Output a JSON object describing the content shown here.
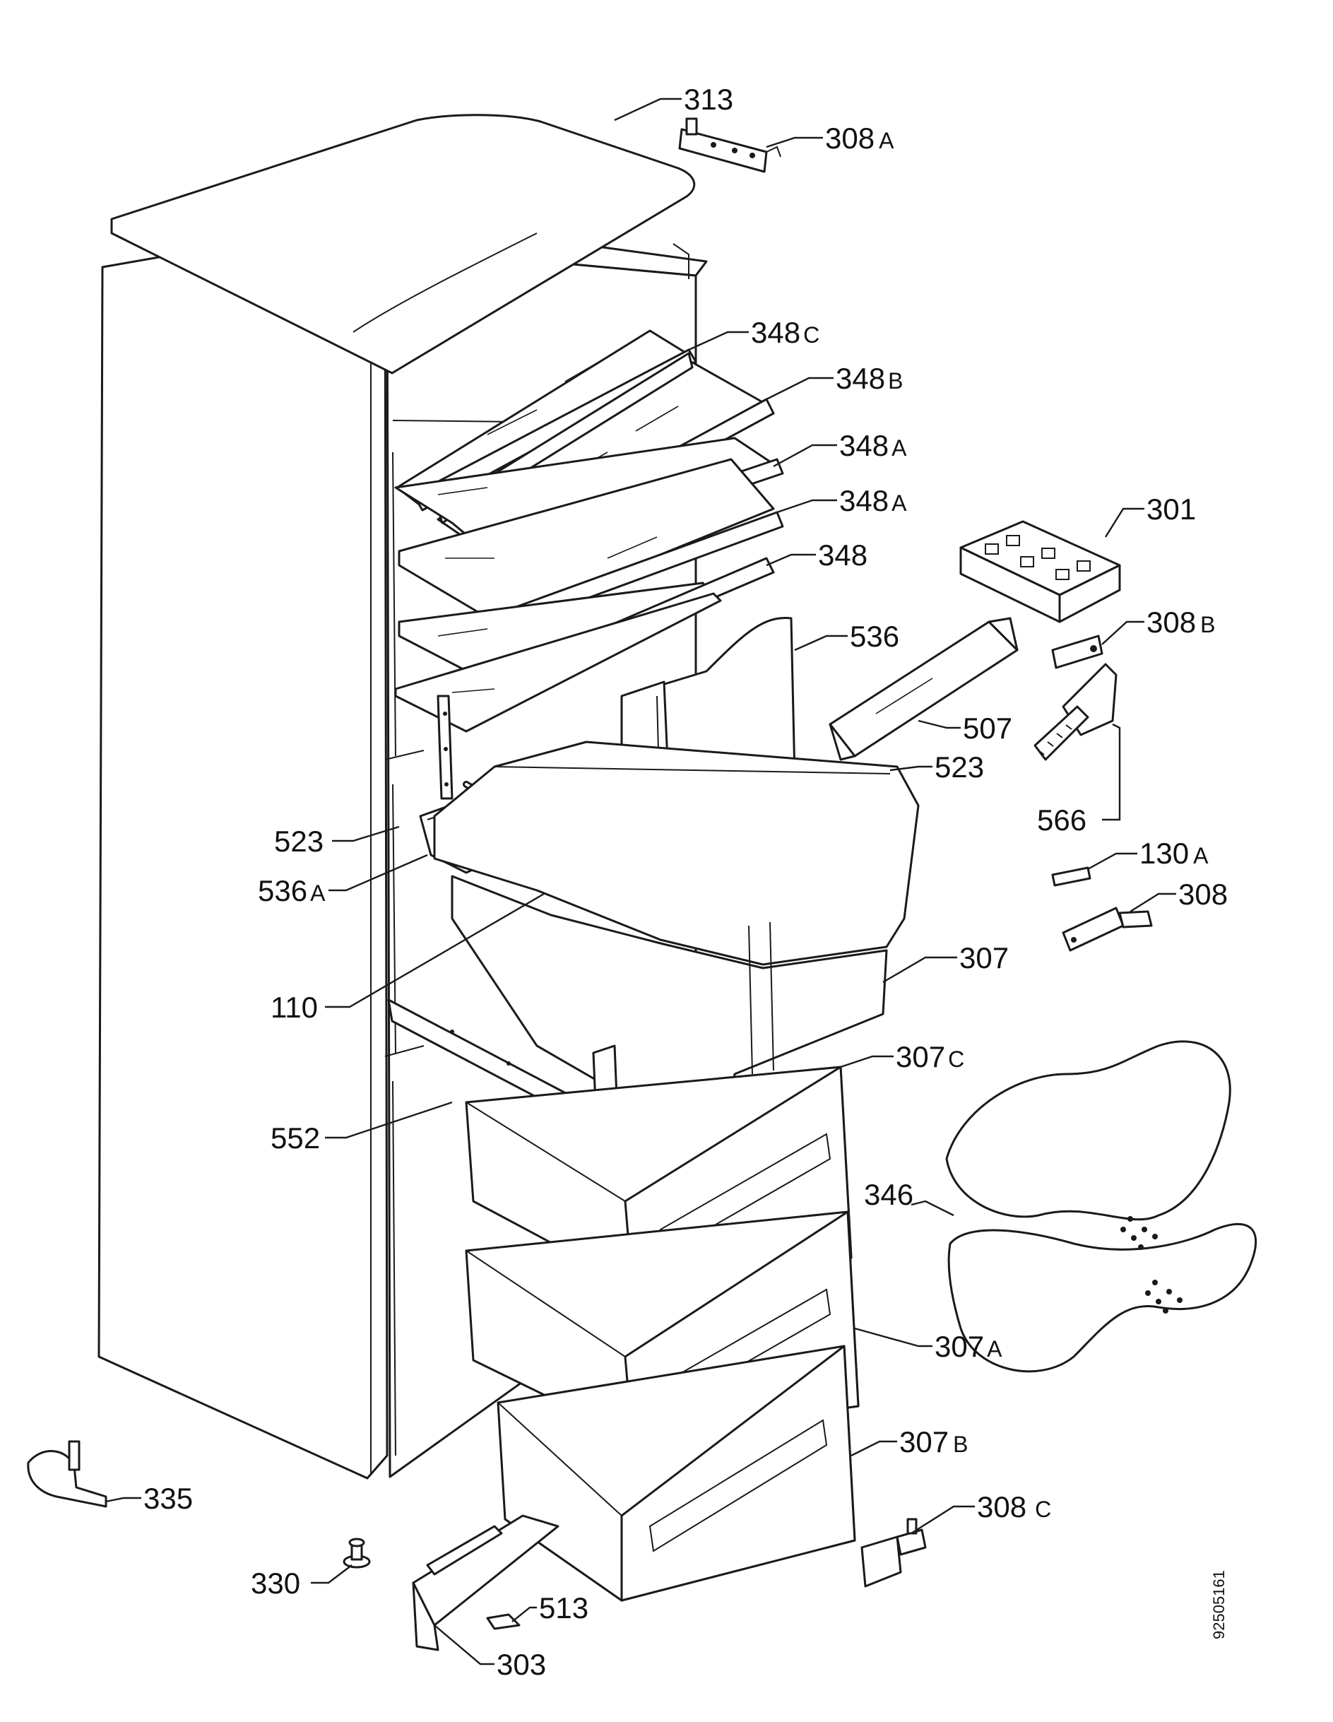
{
  "drawing_code": "92505161",
  "labels": [
    {
      "id": "313",
      "num": "313",
      "suffix": ""
    },
    {
      "id": "308a",
      "num": "308",
      "suffix": "A"
    },
    {
      "id": "348c",
      "num": "348",
      "suffix": "C"
    },
    {
      "id": "348b",
      "num": "348",
      "suffix": "B"
    },
    {
      "id": "348a-1",
      "num": "348",
      "suffix": "A"
    },
    {
      "id": "348a-2",
      "num": "348",
      "suffix": "A"
    },
    {
      "id": "348",
      "num": "348",
      "suffix": ""
    },
    {
      "id": "301",
      "num": "301",
      "suffix": ""
    },
    {
      "id": "308b",
      "num": "308",
      "suffix": "B"
    },
    {
      "id": "536",
      "num": "536",
      "suffix": ""
    },
    {
      "id": "507",
      "num": "507",
      "suffix": ""
    },
    {
      "id": "523-right",
      "num": "523",
      "suffix": ""
    },
    {
      "id": "566",
      "num": "566",
      "suffix": ""
    },
    {
      "id": "523-left",
      "num": "523",
      "suffix": ""
    },
    {
      "id": "130a",
      "num": "130",
      "suffix": "A"
    },
    {
      "id": "536a",
      "num": "536",
      "suffix": "A"
    },
    {
      "id": "308",
      "num": "308",
      "suffix": ""
    },
    {
      "id": "307",
      "num": "307",
      "suffix": ""
    },
    {
      "id": "110",
      "num": "110",
      "suffix": ""
    },
    {
      "id": "307c",
      "num": "307",
      "suffix": "C"
    },
    {
      "id": "552",
      "num": "552",
      "suffix": ""
    },
    {
      "id": "346",
      "num": "346",
      "suffix": ""
    },
    {
      "id": "307a",
      "num": "307",
      "suffix": "A"
    },
    {
      "id": "307b",
      "num": "307",
      "suffix": "B"
    },
    {
      "id": "335",
      "num": "335",
      "suffix": ""
    },
    {
      "id": "308c",
      "num": "308",
      "suffix": "C"
    },
    {
      "id": "330",
      "num": "330",
      "suffix": ""
    },
    {
      "id": "513",
      "num": "513",
      "suffix": ""
    },
    {
      "id": "303",
      "num": "303",
      "suffix": ""
    }
  ]
}
